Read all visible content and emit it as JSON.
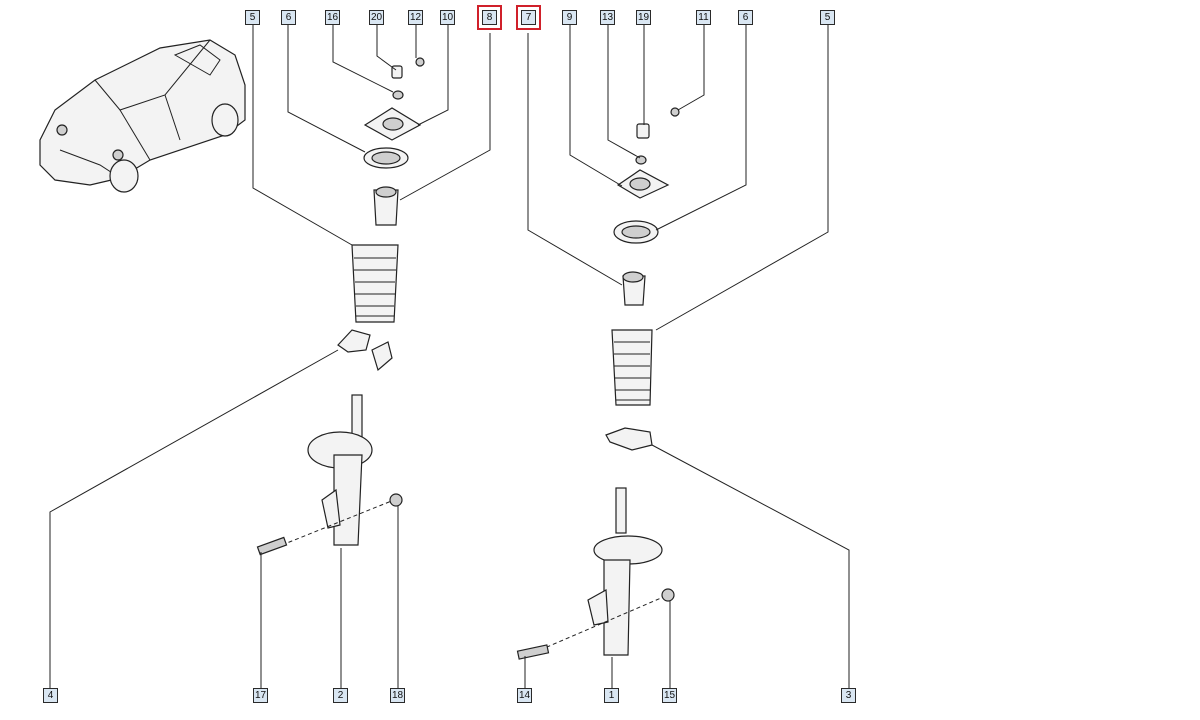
{
  "callouts": {
    "c5a": "5",
    "c6a": "6",
    "c16": "16",
    "c20": "20",
    "c12": "12",
    "c10": "10",
    "c8": "8",
    "c7": "7",
    "c9": "9",
    "c13": "13",
    "c19": "19",
    "c11": "11",
    "c6b": "6",
    "c5b": "5",
    "c4": "4",
    "c17": "17",
    "c2": "2",
    "c18": "18",
    "c14": "14",
    "c1": "1",
    "c15": "15",
    "c3": "3"
  },
  "highlighted": [
    "8",
    "7"
  ],
  "colors": {
    "highlight": "#d0202a",
    "callout_fill": "#d9e6f2"
  }
}
